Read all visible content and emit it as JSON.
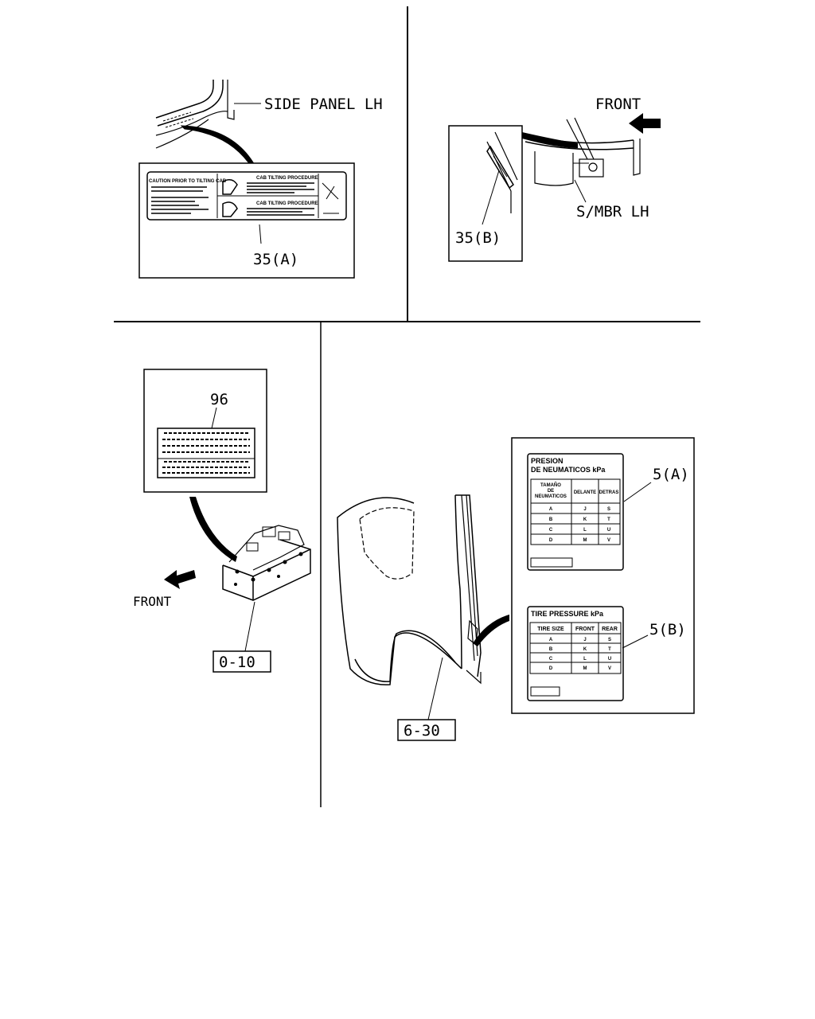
{
  "panels": {
    "top_left": {
      "side_panel_label": "SIDE PANEL LH",
      "label_callout": "35(A)",
      "decal": {
        "caution_title": "CAUTION PRIOR TO TILTING CAB",
        "upper_title": "CAB TILTING PROCEDURE",
        "lower_title": "CAB TILTING PROCEDURE"
      }
    },
    "top_right": {
      "front_label": "FRONT",
      "member_label": "S/MBR LH",
      "label_callout": "35(B)"
    },
    "bottom_left": {
      "label_callout": "96",
      "front_label": "FRONT",
      "ref_box": "0-10"
    },
    "bottom_right": {
      "ref_box": "6-30",
      "label_a_callout": "5(A)",
      "label_b_callout": "5(B)",
      "spanish_label": {
        "title_line1": "PRESION",
        "title_line2": "DE NEUMATICOS kPa",
        "col_size_l1": "TAMAÑO",
        "col_size_l2": "DE",
        "col_size_l3": "NEUMATICOS",
        "col_front": "DELANTE",
        "col_rear": "DETRAS",
        "rows": [
          [
            "A",
            "J",
            "S"
          ],
          [
            "B",
            "K",
            "T"
          ],
          [
            "C",
            "L",
            "U"
          ],
          [
            "D",
            "M",
            "V"
          ]
        ]
      },
      "english_label": {
        "title": "TIRE PRESSURE kPa",
        "col_size": "TIRE SIZE",
        "col_front": "FRONT",
        "col_rear": "REAR",
        "rows": [
          [
            "A",
            "J",
            "S"
          ],
          [
            "B",
            "K",
            "T"
          ],
          [
            "C",
            "L",
            "U"
          ],
          [
            "D",
            "M",
            "V"
          ]
        ]
      }
    }
  }
}
